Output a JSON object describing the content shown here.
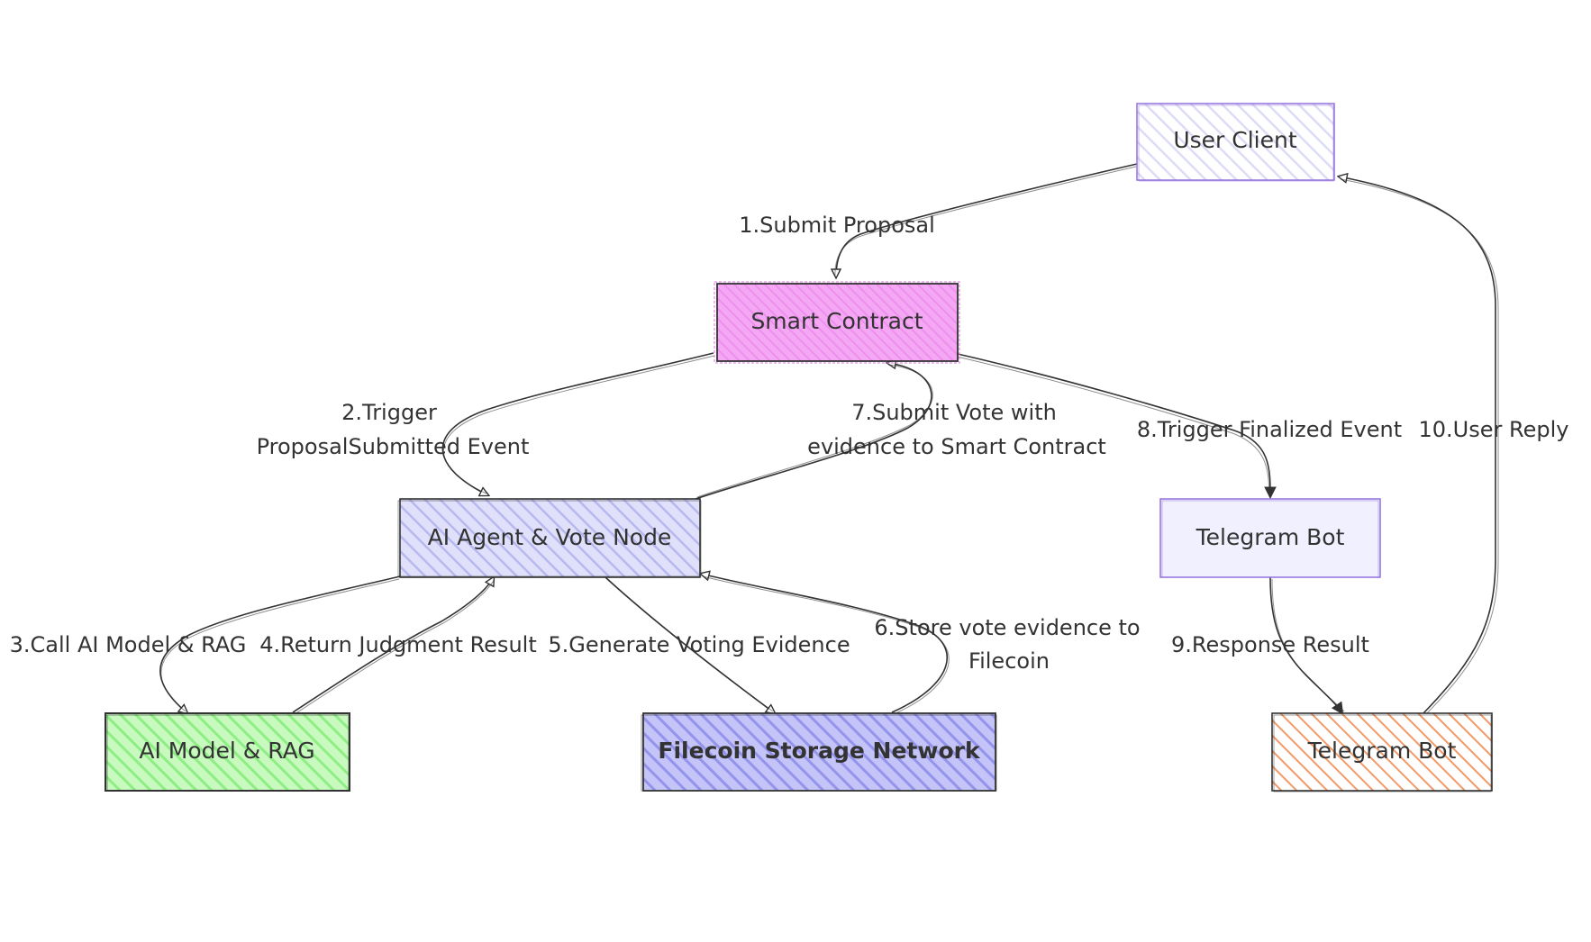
{
  "nodes": {
    "user_client": {
      "label": "User Client",
      "fill": "#ECECFF",
      "stroke": "#9370DB"
    },
    "smart_contract": {
      "label": "Smart Contract",
      "fill": "#F0A0F0",
      "stroke": "#333333"
    },
    "ai_agent": {
      "label": "AI Agent & Vote Node",
      "fill": "#C8C8F8",
      "stroke": "#333333"
    },
    "telegram_bot_1": {
      "label": "Telegram Bot",
      "fill": "#ECECFF",
      "stroke": "#9370DB"
    },
    "ai_model": {
      "label": "AI Model & RAG",
      "fill": "#A6F4A0",
      "stroke": "#333333"
    },
    "filecoin": {
      "label": "Filecoin Storage Network",
      "fill": "#A8A8F4",
      "stroke": "#333333"
    },
    "telegram_bot_2": {
      "label": "Telegram Bot",
      "fill": "#F4A070",
      "stroke": "#333333"
    }
  },
  "edges": {
    "e1": {
      "label_lines": [
        "1.Submit Proposal"
      ]
    },
    "e2": {
      "label_lines": [
        "2.Trigger",
        "ProposalSubmitted Event"
      ]
    },
    "e3": {
      "label_lines": [
        "3.Call AI Model & RAG"
      ]
    },
    "e4": {
      "label_lines": [
        "4.Return Judgment Result"
      ]
    },
    "e5": {
      "label_lines": [
        "5.Generate Voting Evidence"
      ]
    },
    "e6": {
      "label_lines": [
        "6.Store vote evidence to",
        "Filecoin"
      ]
    },
    "e7": {
      "label_lines": [
        "7.Submit Vote with",
        "evidence to Smart Contract"
      ]
    },
    "e8": {
      "label_lines": [
        "8.Trigger Finalized Event"
      ]
    },
    "e9": {
      "label_lines": [
        "9.Response Result"
      ]
    },
    "e10": {
      "label_lines": [
        "10.User Reply"
      ]
    }
  },
  "colors": {
    "edge_stroke": "#333333",
    "label_text": "#333333",
    "background": "#ffffff"
  }
}
